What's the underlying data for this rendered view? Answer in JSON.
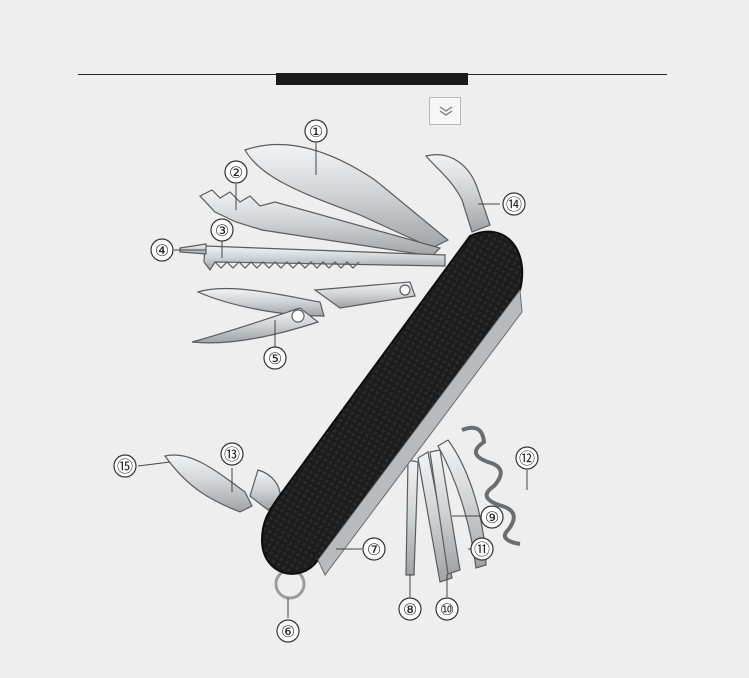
{
  "collapse_icon": "double-chevron-down-icon",
  "colors": {
    "background": "#eeeeee",
    "handle": "#1c1c1c",
    "steel": "#d7d9db",
    "steel_edge": "#5a5c5e",
    "callout": "#333333"
  },
  "callouts": [
    {
      "label": "①",
      "tool": "large-blade"
    },
    {
      "label": "②",
      "tool": "wood-saw"
    },
    {
      "label": "③",
      "tool": "serrated-saw"
    },
    {
      "label": "④",
      "tool": "pointed-rod"
    },
    {
      "label": "⑤",
      "tool": "scissors"
    },
    {
      "label": "⑥",
      "tool": "key-ring"
    },
    {
      "label": "⑦",
      "tool": "phillips-screwdriver"
    },
    {
      "label": "⑧",
      "tool": "awl"
    },
    {
      "label": "⑨",
      "tool": "file"
    },
    {
      "label": "⑩",
      "tool": "nail-file"
    },
    {
      "label": "⑪",
      "tool": "small-blade"
    },
    {
      "label": "⑫",
      "tool": "corkscrew"
    },
    {
      "label": "⑬",
      "tool": "can-opener"
    },
    {
      "label": "⑭",
      "tool": "hook"
    },
    {
      "label": "⑮",
      "tool": "bottle-opener"
    }
  ]
}
